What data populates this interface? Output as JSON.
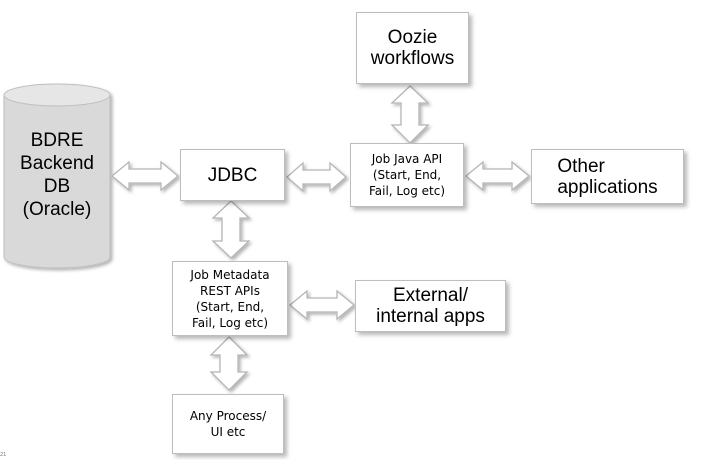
{
  "diagram": {
    "database": {
      "label": "BDRE\nBackend\nDB\n(Oracle)",
      "color": "#d9d9d9"
    },
    "nodes": {
      "oozie": "Oozie\nworkflows",
      "jdbc": "JDBC",
      "job_java_api": "Job Java API\n(Start, End,\nFail, Log etc)",
      "other_apps": "Other\napplications",
      "job_metadata_rest": "Job Metadata\nREST APIs\n(Start, End,\nFail, Log etc)",
      "external_apps": "External/\ninternal apps",
      "any_process": "Any Process/\nUI etc"
    },
    "slide_number": "21"
  }
}
